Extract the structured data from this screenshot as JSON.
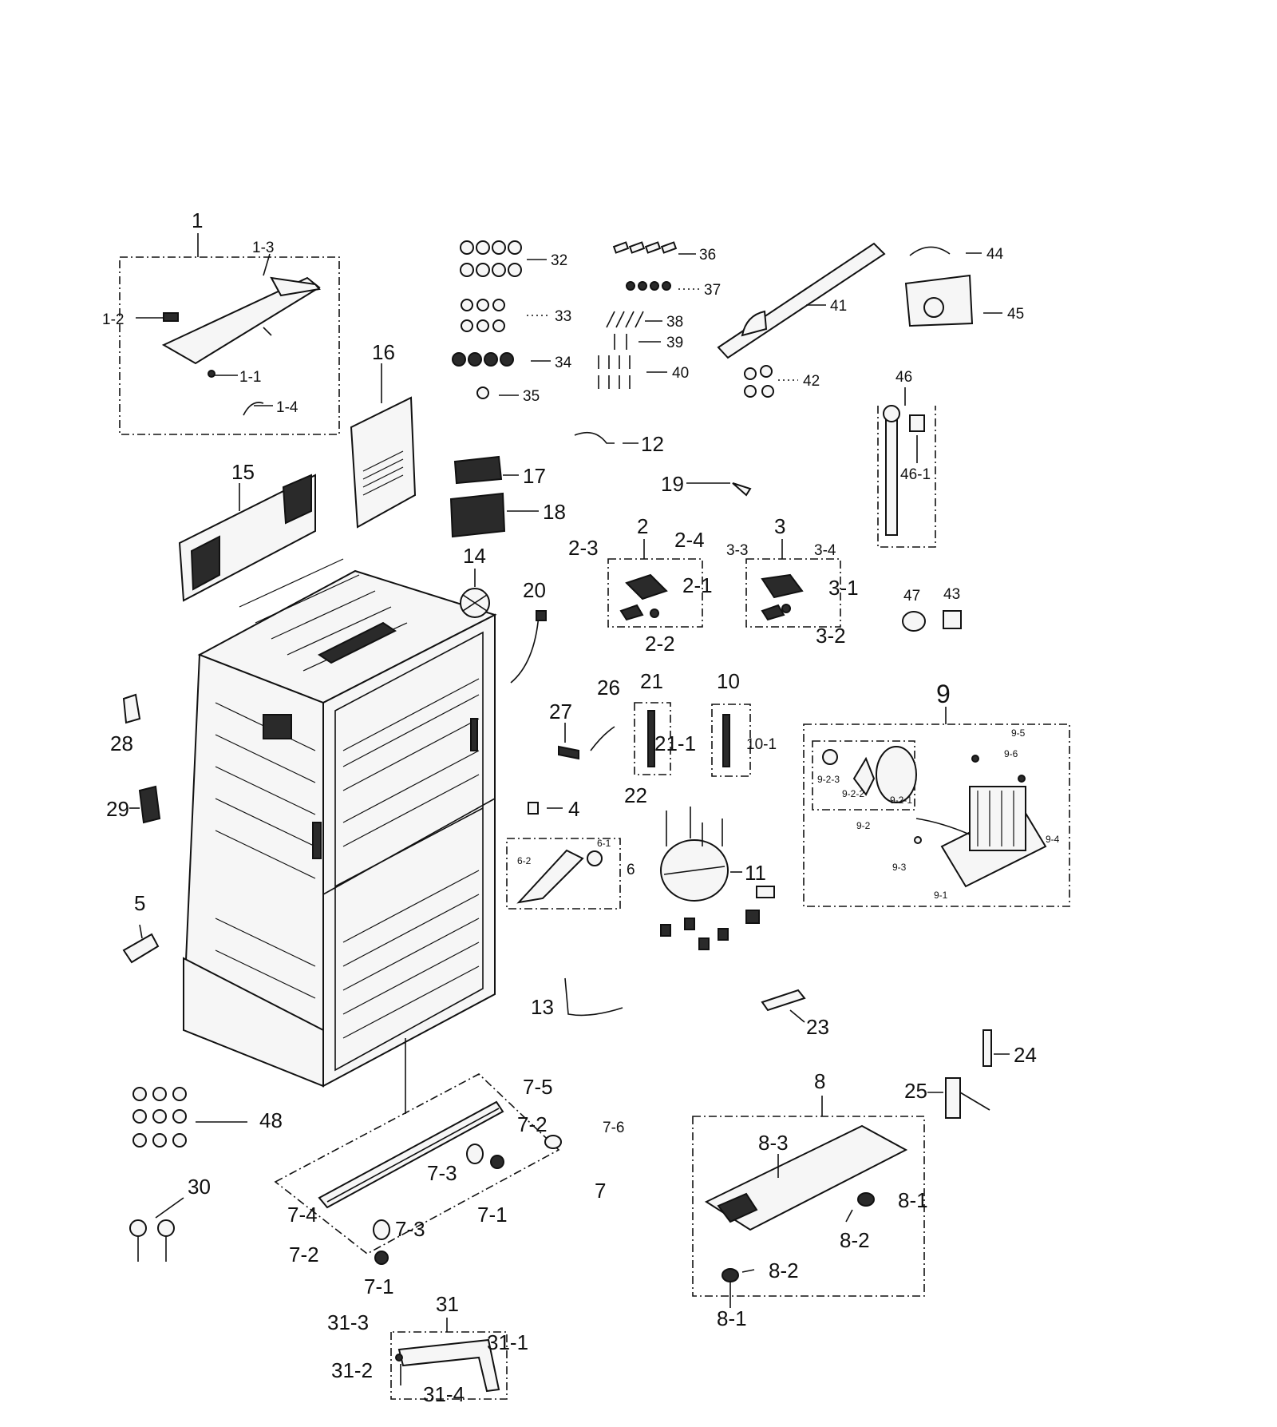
{
  "diagram": {
    "callouts": {
      "c1": "1",
      "c1_1": "1-1",
      "c1_2": "1-2",
      "c1_3": "1-3",
      "c1_4": "1-4",
      "c2": "2",
      "c2_1": "2-1",
      "c2_2": "2-2",
      "c2_3": "2-3",
      "c2_4": "2-4",
      "c3": "3",
      "c3_1": "3-1",
      "c3_2": "3-2",
      "c3_3": "3-3",
      "c3_4": "3-4",
      "c4": "4",
      "c5": "5",
      "c6": "6",
      "c6_1": "6-1",
      "c6_2": "6-2",
      "c7": "7",
      "c7_1a": "7-1",
      "c7_1b": "7-1",
      "c7_2a": "7-2",
      "c7_2b": "7-2",
      "c7_3a": "7-3",
      "c7_3b": "7-3",
      "c7_4": "7-4",
      "c7_5": "7-5",
      "c7_6": "7-6",
      "c8": "8",
      "c8_1a": "8-1",
      "c8_1b": "8-1",
      "c8_2a": "8-2",
      "c8_2b": "8-2",
      "c8_3": "8-3",
      "c9": "9",
      "c9_1": "9-1",
      "c9_2": "9-2",
      "c9_2_1": "9-2-1",
      "c9_2_2": "9-2-2",
      "c9_2_3": "9-2-3",
      "c9_3": "9-3",
      "c9_4": "9-4",
      "c9_5": "9-5",
      "c9_6": "9-6",
      "c10": "10",
      "c10_1": "10-1",
      "c11": "11",
      "c12": "12",
      "c13": "13",
      "c14": "14",
      "c15": "15",
      "c16": "16",
      "c17": "17",
      "c18": "18",
      "c19": "19",
      "c20": "20",
      "c21": "21",
      "c21_1": "21-1",
      "c22": "22",
      "c23": "23",
      "c24": "24",
      "c25": "25",
      "c26": "26",
      "c27": "27",
      "c28": "28",
      "c29": "29",
      "c30": "30",
      "c31": "31",
      "c31_1": "31-1",
      "c31_2": "31-2",
      "c31_3": "31-3",
      "c31_4": "31-4",
      "c32": "32",
      "c33": "33",
      "c34": "34",
      "c35": "35",
      "c36": "36",
      "c37": "37",
      "c38": "38",
      "c39": "39",
      "c40": "40",
      "c41": "41",
      "c42": "42",
      "c43": "43",
      "c44": "44",
      "c45": "45",
      "c46": "46",
      "c46_1": "46-1",
      "c47": "47",
      "c48": "48"
    }
  }
}
